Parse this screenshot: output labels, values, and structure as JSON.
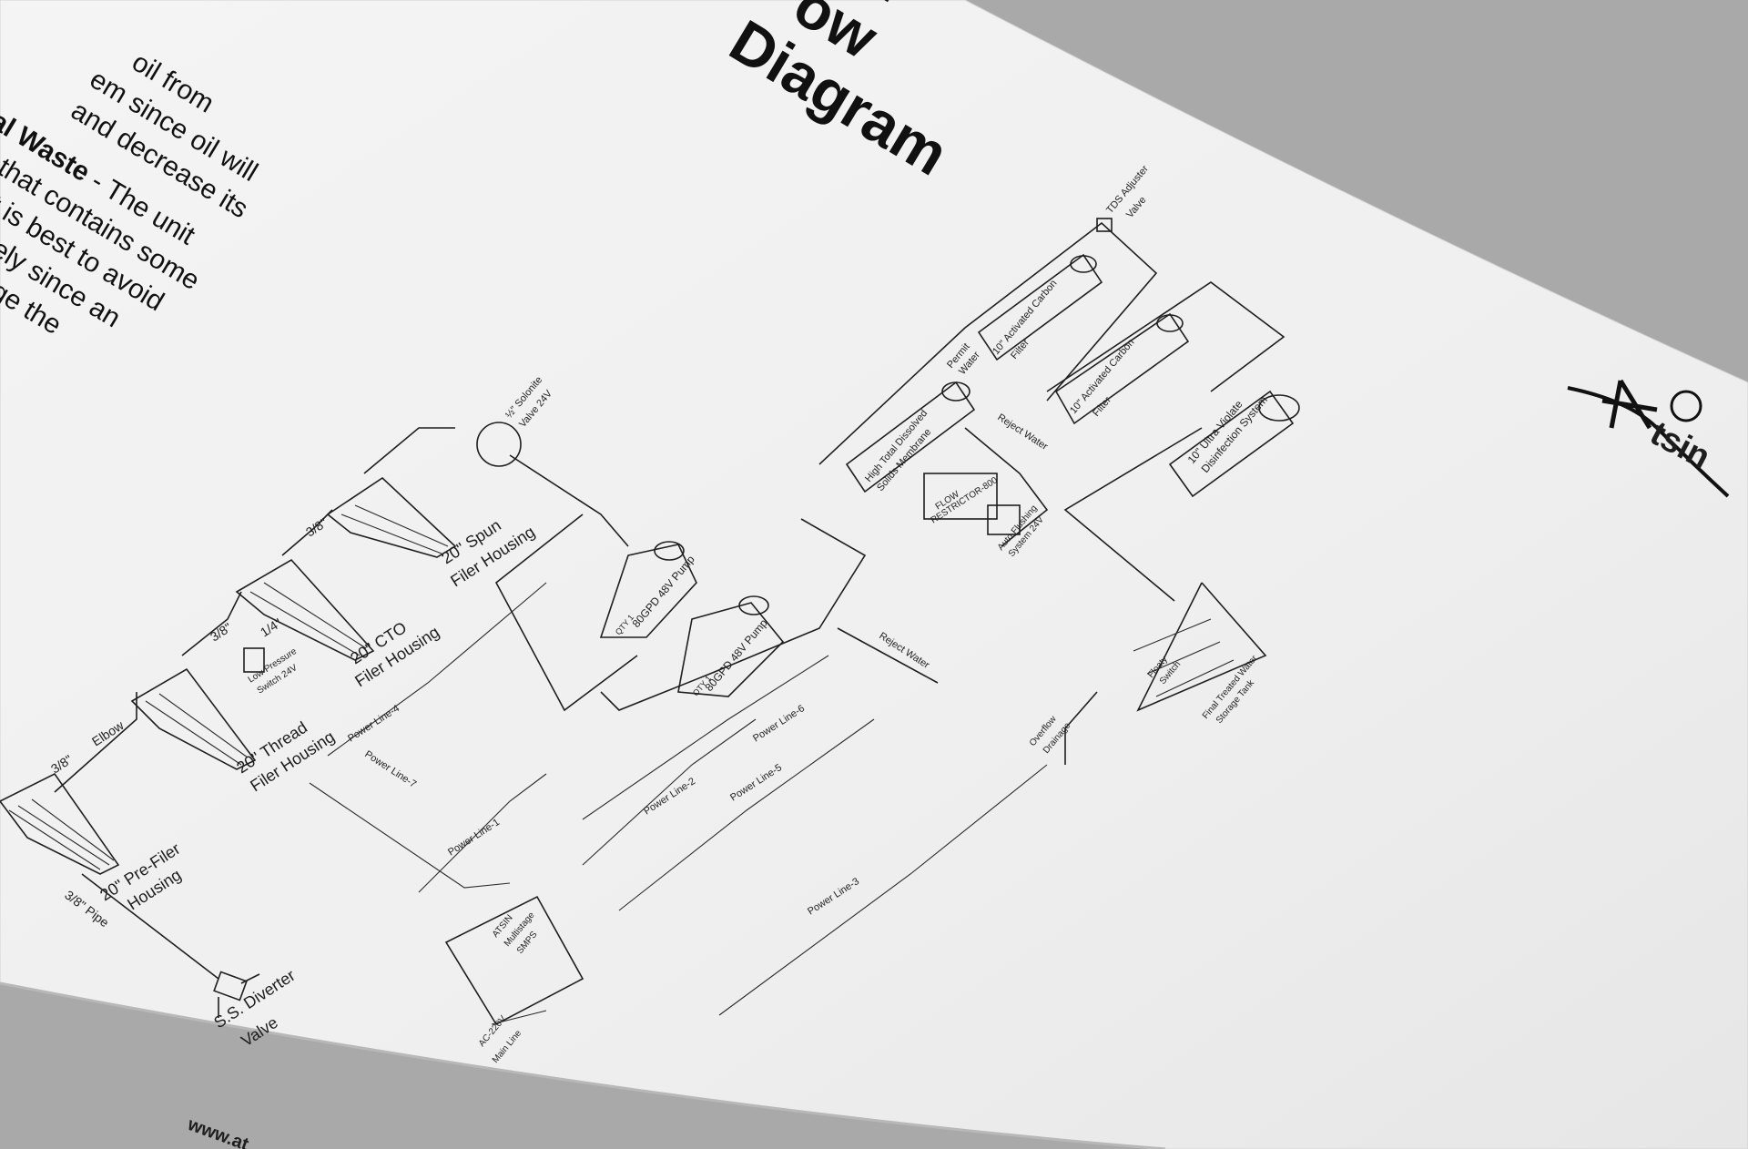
{
  "document": {
    "title_line1": "r",
    "title_line2": "ow",
    "title_line3": "Diagram",
    "side_text": [
      {
        "pre": "",
        "bold": "",
        "post": "oil from"
      },
      {
        "pre": "",
        "bold": "",
        "post": "em since oil will"
      },
      {
        "pre": "",
        "bold": "",
        "post": "and decrease its"
      },
      {
        "pre": "",
        "bold": "al Waste",
        "post": " - The unit"
      },
      {
        "pre": "",
        "bold": "",
        "post": "ter that contains some"
      },
      {
        "pre": "",
        "bold": "",
        "post": "but it is best to avoid"
      },
      {
        "pre": "",
        "bold": "",
        "post": "e entirely since an"
      },
      {
        "pre": "",
        "bold": "",
        "post": "ld damage the"
      }
    ],
    "footer_url": "www.at",
    "logo_text": "tsin"
  },
  "diagram": {
    "labels": {
      "pipe_3_8_in": "3/8\" Pipe",
      "diverter": "S.S. Diverter",
      "diverter_2": "Valve",
      "prefilter": "20\" Pre-Filer",
      "prefilter_2": "Housing",
      "size_3_8_a": "3/8\"",
      "elbow": "Elbow",
      "thread": "20\" Thread",
      "thread_2": "Filer Housing",
      "size_3_8_b": "3/8\"",
      "size_1_4": "1/4\"",
      "low_pressure": "Low Pressure",
      "low_pressure_2": "Switch 24V",
      "cto": "20\" CTO",
      "cto_2": "Filer Housing",
      "size_3_8_c": "3/8\"",
      "spun": "20\" Spun",
      "spun_2": "Filer Housing",
      "solenoid_size": "½\" Solonite",
      "solenoid": "Valve 24V",
      "pump1": "80GPD 48V Pump",
      "pump2": "80GPD 48V Pump",
      "qty1": "QTY 1",
      "qty2": "QTY 1",
      "membrane": "High Total Dissolved",
      "membrane_2": "Solids Membrane",
      "permit": "Permit",
      "permit_2": "Water",
      "carbon1": "10\" Activated Carbon",
      "carbon1_2": "Filter",
      "carbon2": "10\" Activated Carbon",
      "carbon2_2": "Filter",
      "tds": "TDS Adjuster",
      "tds_2": "Valve",
      "reject_water_1": "Reject Water",
      "reject_water_2": "Reject Water",
      "flow_restrictor": "FLOW",
      "flow_restrictor_2": "RESTRICTOR-800",
      "auto_flushing": "Auto Flushing",
      "auto_flushing_2": "System 24V",
      "uv": "10\" Ultra Violate",
      "uv_2": "Disinfection System",
      "floaty": "Floaty",
      "floaty_2": "Switch",
      "storage": "Final Treated Water",
      "storage_2": "Storage Tank",
      "overflow": "Overflow",
      "overflow_2": "Drainage",
      "smps": "ATSIN",
      "smps_2": "Multistage",
      "smps_3": "SMPS",
      "main_line": "AC-220V",
      "main_line_2": "Main Line",
      "pl1": "Power Line-1",
      "pl2": "Power Line-2",
      "pl3": "Power Line-3",
      "pl4": "Power Line-4",
      "pl5": "Power Line-5",
      "pl6": "Power Line-6",
      "pl7": "Power Line-7"
    }
  }
}
